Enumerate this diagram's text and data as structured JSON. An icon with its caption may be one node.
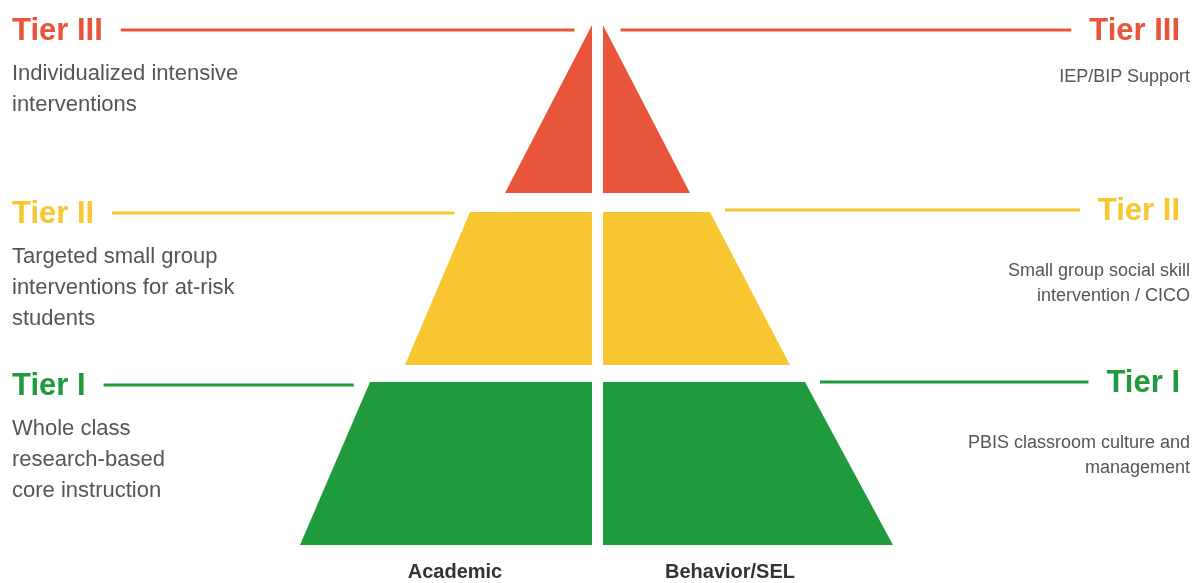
{
  "diagram": {
    "nodes": [
      {
        "text": [
          "Tier III"
        ],
        "beside": [
          "Individualized intensive interventions"
        ]
      },
      {
        "text": [
          "Tier II"
        ],
        "beside": [
          "Targeted small group interventions for at-risk students"
        ]
      },
      {
        "text": [
          "Tier I"
        ],
        "beside": [
          "Whole class research-based core instruction"
        ]
      },
      {
        "text": [
          "Tier III"
        ],
        "beside": [
          "IEP/BIP Support"
        ]
      },
      {
        "text": [
          "Tier II"
        ],
        "beside": [
          "Small group social skill intervention / CICO"
        ]
      },
      {
        "text": [
          "Tier I"
        ],
        "beside": [
          "PBIS classroom culture and management"
        ]
      },
      {
        "text": [],
        "shape": "triangle"
      },
      {
        "text": [],
        "shape": "triangle"
      },
      {
        "text": [],
        "shape": "trapezoid"
      },
      {
        "text": [],
        "shape": "trapezoid"
      },
      {
        "text": [],
        "shape": "trapezoid"
      },
      {
        "text": [],
        "shape": "trapezoid"
      }
    ],
    "edges": [
      {
        "from": 0,
        "to": 6,
        "arrow": "none",
        "color": "#e8553a"
      },
      {
        "from": 1,
        "to": 8,
        "arrow": "none",
        "color": "#f7c631"
      },
      {
        "from": 2,
        "to": 10,
        "arrow": "none",
        "color": "#1f9a3c"
      },
      {
        "from": 3,
        "to": 7,
        "arrow": "none",
        "color": "#e8553a"
      },
      {
        "from": 4,
        "to": 9,
        "arrow": "none",
        "color": "#f7c631"
      },
      {
        "from": 5,
        "to": 11,
        "arrow": "none",
        "color": "#1f9a3c"
      }
    ],
    "labels": [
      "Academic",
      "Behavior/SEL"
    ]
  }
}
